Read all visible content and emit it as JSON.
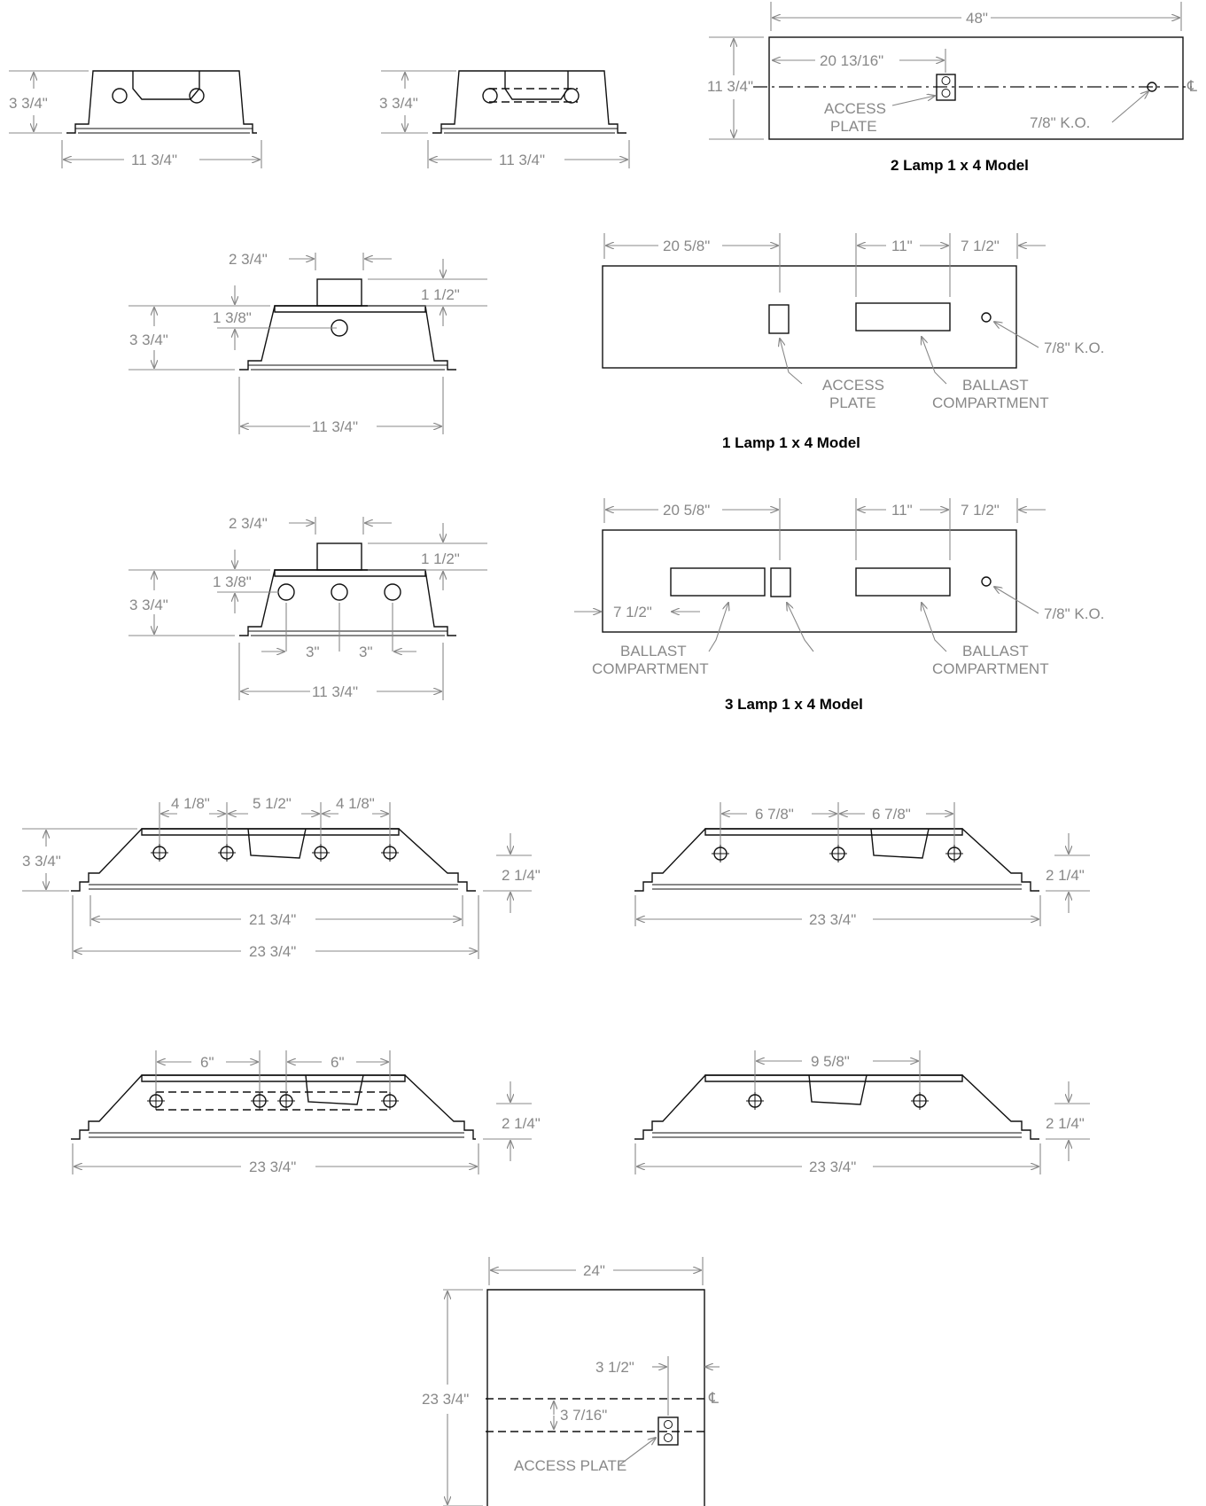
{
  "colors": {
    "line": "#111111",
    "dimension": "#888888",
    "background": "#ffffff"
  },
  "titles": {
    "two_lamp": "2 Lamp 1 x 4 Model",
    "one_lamp": "1 Lamp 1 x 4 Model",
    "three_lamp": "3 Lamp 1 x 4 Model"
  },
  "labels": {
    "access_plate_line1": "ACCESS",
    "access_plate_line2": "PLATE",
    "access_plate": "ACCESS PLATE",
    "ballast_line1": "BALLAST",
    "ballast_line2": "COMPARTMENT",
    "knockout": "7/8\" K.O.",
    "centerline": "℄"
  },
  "dims": {
    "d3_3_4": "3 3/4\"",
    "d11_3_4": "11 3/4\"",
    "d48": "48\"",
    "d20_13_16": "20 13/16\"",
    "d2_3_4": "2 3/4\"",
    "d1_1_2": "1 1/2\"",
    "d1_3_8": "1 3/8\"",
    "d20_5_8": "20 5/8\"",
    "d11": "11\"",
    "d7_1_2": "7 1/2\"",
    "d3": "3\"",
    "d4_1_8": "4 1/8\"",
    "d5_1_2": "5 1/2\"",
    "d2_1_4": "2 1/4\"",
    "d21_3_4": "21 3/4\"",
    "d23_3_4": "23 3/4\"",
    "d6_7_8": "6 7/8\"",
    "d6": "6\"",
    "d9_5_8": "9 5/8\"",
    "d24": "24\"",
    "d3_1_2": "3 1/2\"",
    "d3_7_16": "3 7/16\""
  }
}
